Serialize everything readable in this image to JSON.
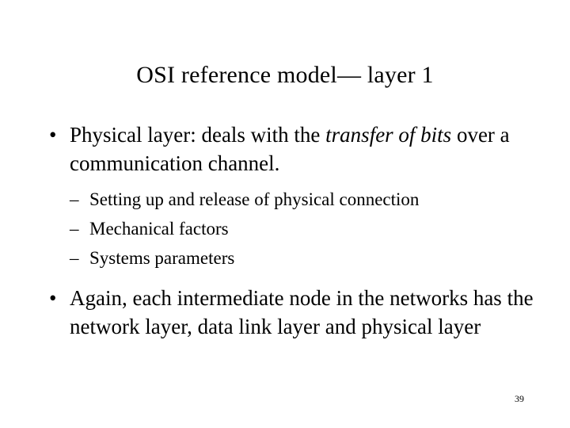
{
  "slide": {
    "title": "OSI reference model— layer 1",
    "page_number": "39",
    "background_color": "#ffffff",
    "text_color": "#000000",
    "bullet_marker_level1": "•",
    "bullet_marker_level2": "–",
    "bullets": [
      {
        "level": 1,
        "text_before_emphasis": "Physical layer: deals with the ",
        "emphasis": "transfer of bits",
        "text_after_emphasis": " over a communication channel."
      },
      {
        "level": 2,
        "text": "Setting up and release of physical connection"
      },
      {
        "level": 2,
        "text": "Mechanical factors"
      },
      {
        "level": 2,
        "text": "Systems parameters"
      },
      {
        "level": 1,
        "text": "Again, each intermediate node in the networks has the network layer, data link layer and physical layer"
      }
    ]
  }
}
